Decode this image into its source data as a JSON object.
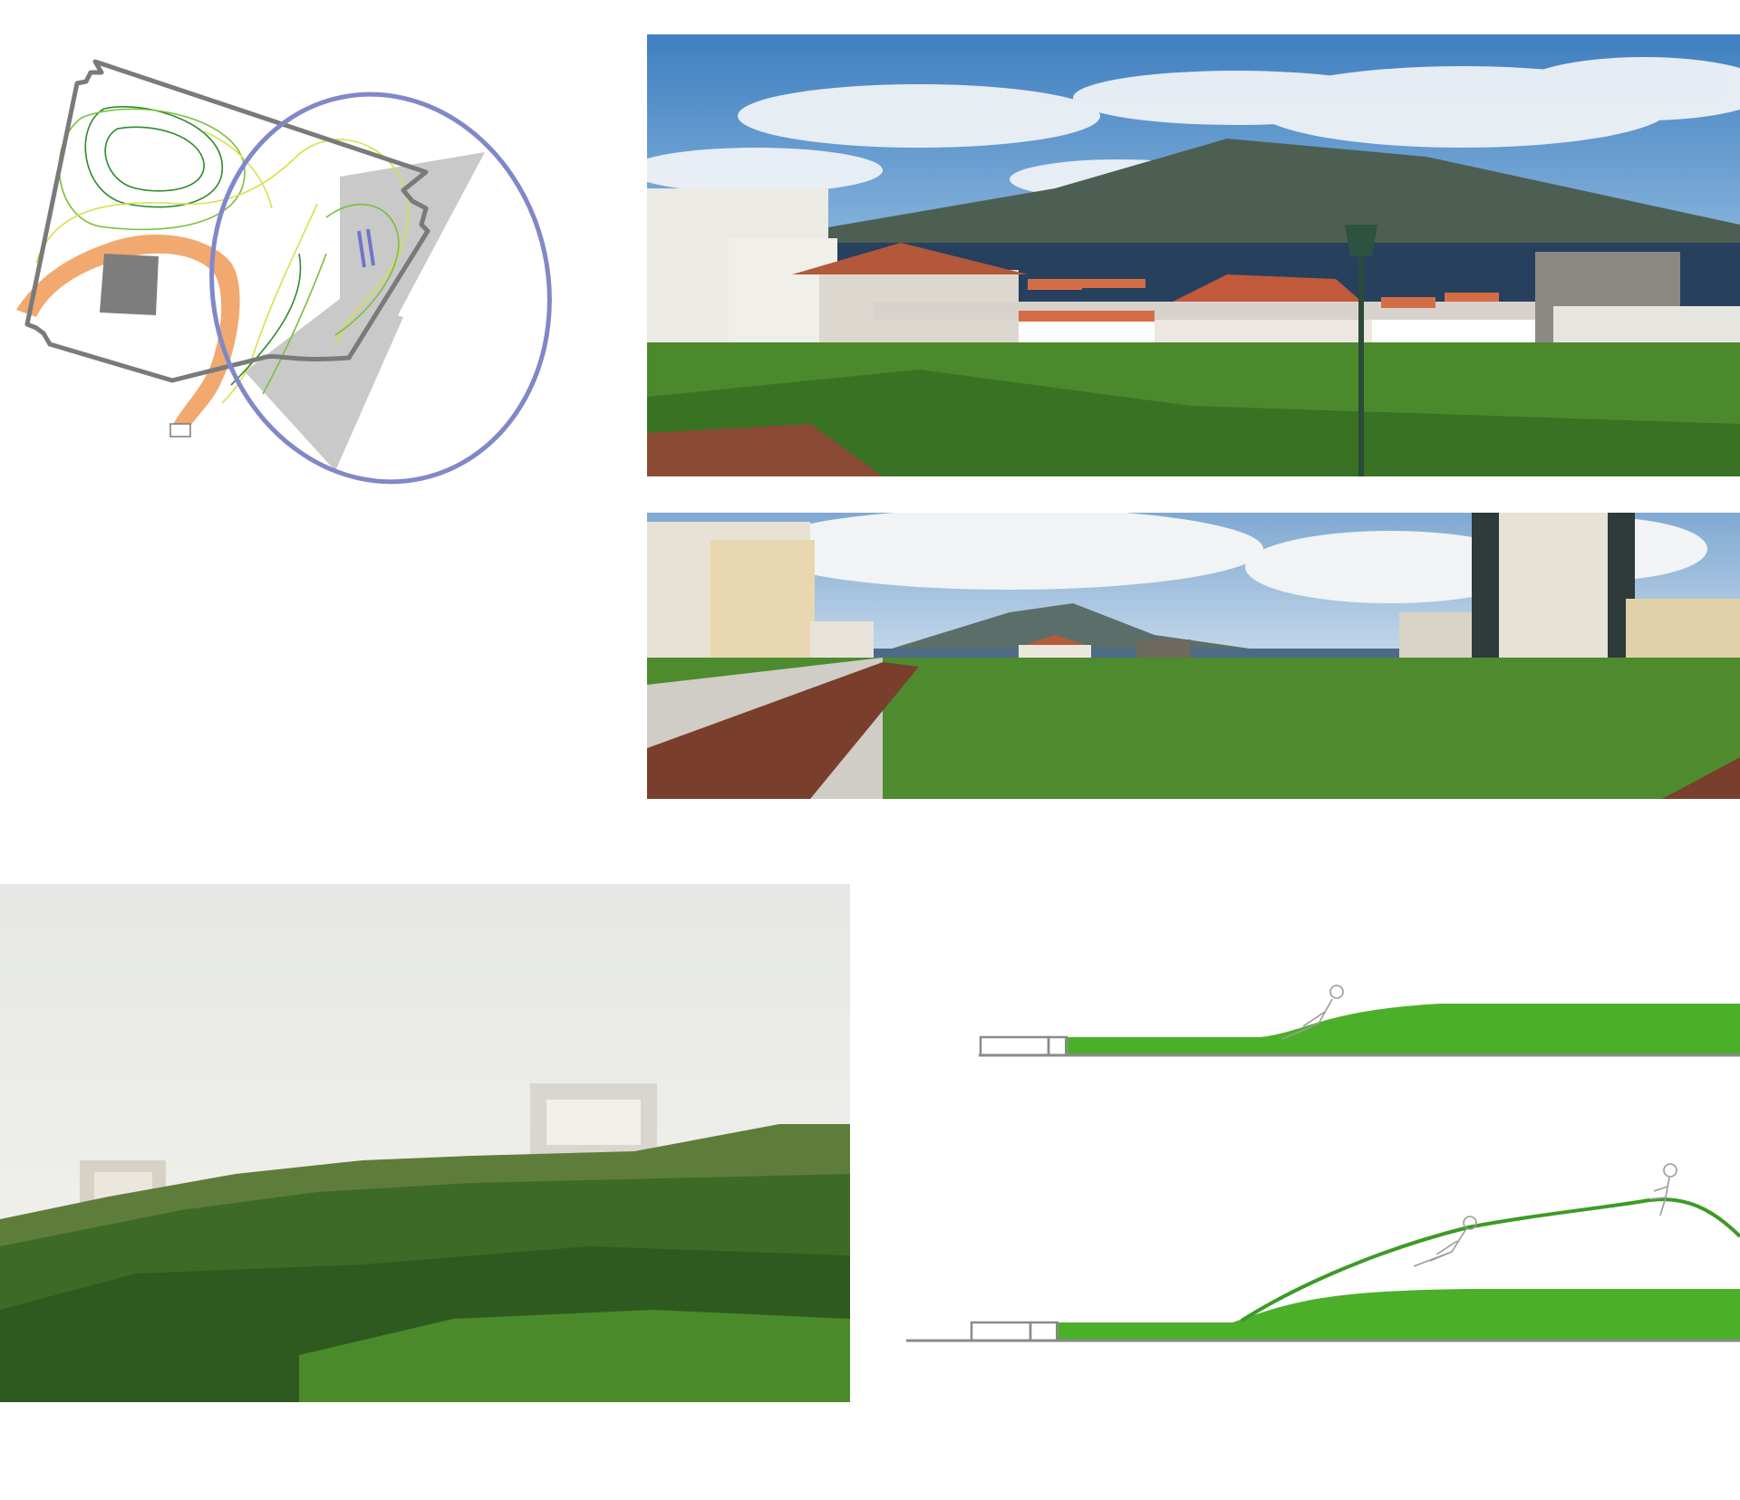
{
  "colors": {
    "plan_outline": "#7a7a7a",
    "contour_dark": "#2e8b2e",
    "contour_mid": "#7bbf3a",
    "contour_light": "#d8e04a",
    "path_orange": "#f0a060",
    "building_gray": "#7d7d7d",
    "shadow_gray": "#c9c9c9",
    "highlight_ellipse": "#8088c8",
    "grass_green": "#4caf2a",
    "section_line": "#8a8a8a"
  },
  "panels": {
    "site_plan": {
      "kind": "diagram",
      "icon": "site-plan-diagram"
    },
    "photo_volcano": {
      "kind": "photo",
      "icon": "landscape-photo"
    },
    "photo_field": {
      "kind": "photo",
      "icon": "landscape-photo"
    },
    "photo_frames": {
      "kind": "photo",
      "icon": "landscape-photo"
    },
    "section_1": {
      "kind": "diagram",
      "icon": "section-diagram"
    },
    "section_2": {
      "kind": "diagram",
      "icon": "section-diagram"
    }
  }
}
